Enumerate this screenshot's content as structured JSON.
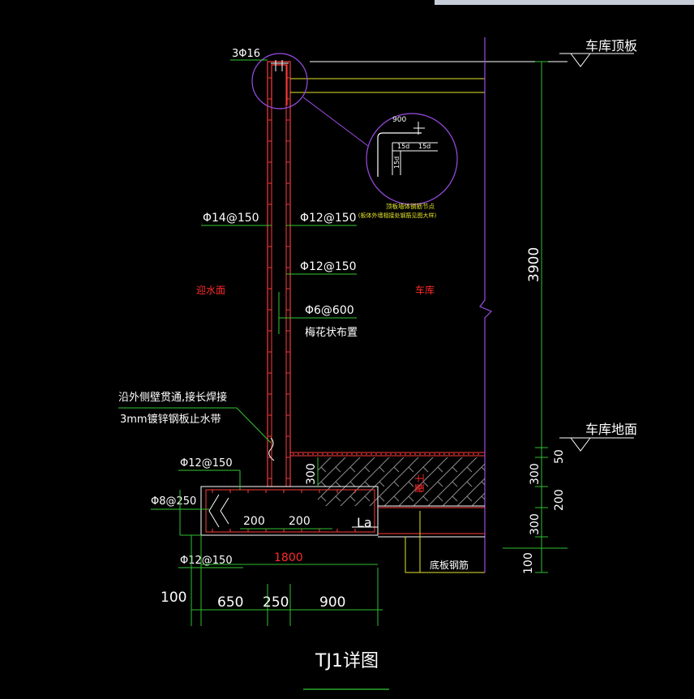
{
  "colors": {
    "background": "#000000",
    "wall": "#ff3b3b",
    "rebar": "#ff3b3b",
    "label_green": "#34c934",
    "dim_green": "#2fbf2f",
    "purple": "#9b4de6",
    "yellow": "#e6e62a",
    "white": "#ffffff",
    "text": "#ffffff",
    "red_text": "#ff2a2a",
    "topbar": "#c7cdd8"
  },
  "labels": {
    "top_rebar": "3Φ16",
    "garage_roof": "车库顶板",
    "garage_floor": "车库地面",
    "inner_rebar_1": "Φ12@150",
    "inner_rebar_2": "Φ12@150",
    "outer_rebar": "Φ14@150",
    "tie_rebar": "Φ6@600",
    "tie_note": "梅花状布置",
    "water_side": "迎水面",
    "garage": "车库",
    "waterstop_1": "沿外侧壁贯通,接长焊接",
    "waterstop_2": "3mm镀锌钢板止水带",
    "footing_top_rebar": "Φ12@150",
    "footing_side_rebar": "Φ8@250",
    "footing_bottom_rebar": "Φ12@150",
    "fill": "覆土",
    "base_rebar": "底板钢筋",
    "la": "La",
    "detail_title": "TJ1详图",
    "detail_note_1": "顶板墙体钢筋节点",
    "detail_note_2": "(板体外墙相接处钢筋见图大样)"
  },
  "dims": {
    "height": "3900",
    "d50": "50",
    "d300a": "300",
    "d200": "200",
    "d300b": "300",
    "d100_right": "100",
    "d300_left": "300",
    "d200_left": "200",
    "d200_right": "200",
    "d1800": "1800",
    "d100_left": "100",
    "d650": "650",
    "d250": "250",
    "d900": "900",
    "bubble_900": "900",
    "bubble_15d_a": "15d",
    "bubble_15d_b": "15d",
    "bubble_15d_c": "15d"
  }
}
